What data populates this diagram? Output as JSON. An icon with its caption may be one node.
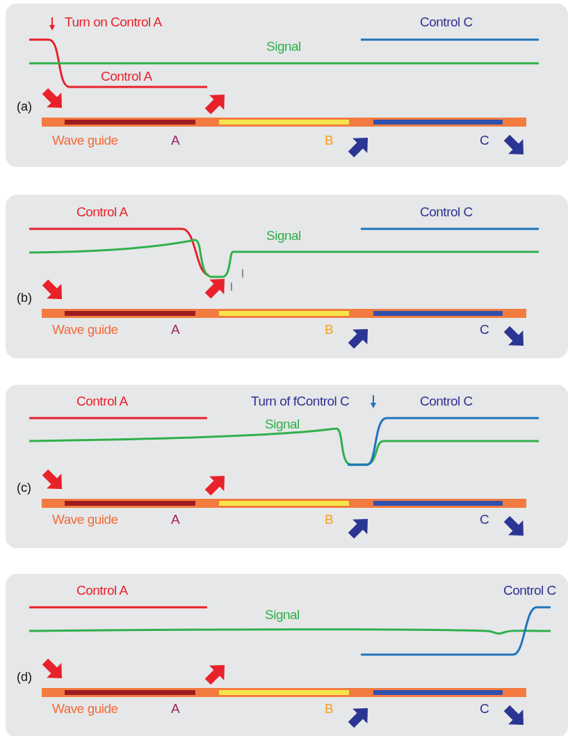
{
  "diagram": {
    "nodes": [
      {
        "text": [
          "(a)"
        ]
      },
      {
        "text": [
          "(b)"
        ]
      },
      {
        "text": [
          "(c)"
        ]
      },
      {
        "text": [
          "(d)"
        ]
      }
    ],
    "labels": [
      "Turn on Control A",
      "Control C",
      "Signal",
      "Control A",
      "Wave guide",
      "A",
      "B",
      "C",
      "Control A",
      "Control C",
      "Signal",
      "Wave guide",
      "A",
      "B",
      "C",
      "Control A",
      "Turn of fControl C",
      "Control C",
      "Signal",
      "Wave guide",
      "A",
      "B",
      "C",
      "Control A",
      "Control C",
      "Signal",
      "Wave guide",
      "A",
      "B",
      "C"
    ]
  }
}
